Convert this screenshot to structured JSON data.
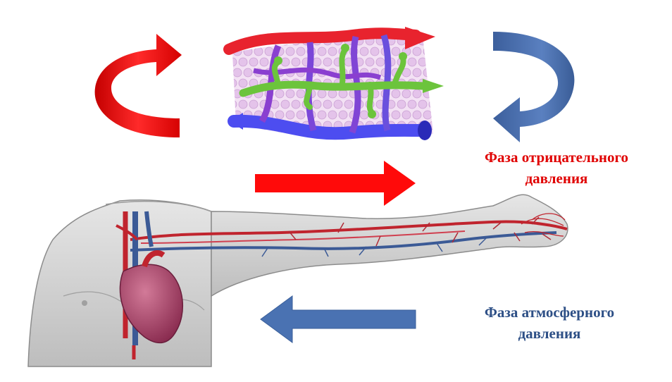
{
  "phases": {
    "negative": {
      "line1": "Фаза отрицательного",
      "line2": "давления",
      "color": "#e00000"
    },
    "atmospheric": {
      "line1": "Фаза атмосферного",
      "line2": "давления",
      "color": "#2d4f86"
    }
  },
  "colors": {
    "arterial": "#e81a1a",
    "venous": "#4a6fae",
    "capillary_venous": "#5c5cf0",
    "lymph": "#66c03a",
    "cells": "#e4c3ea",
    "skin": "#cfcfcf",
    "heart": "#a8466a"
  }
}
